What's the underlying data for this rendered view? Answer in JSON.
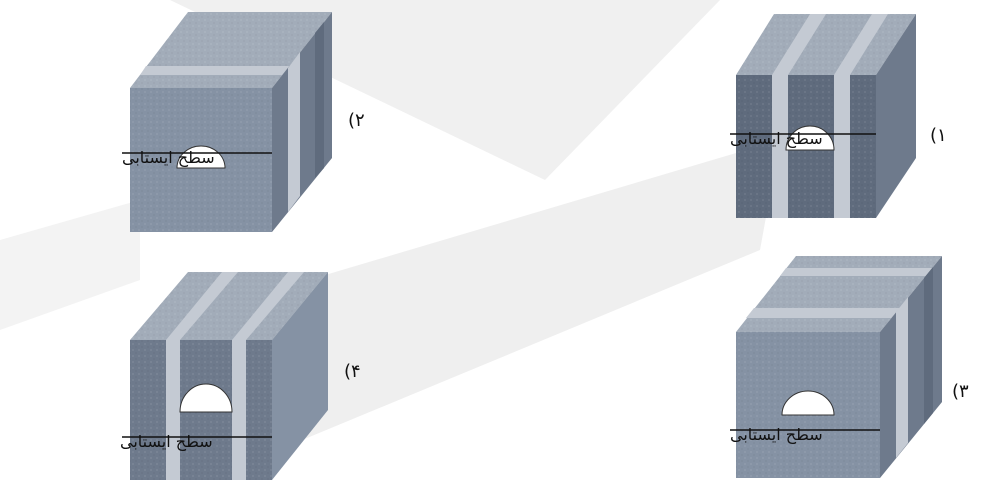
{
  "figure": {
    "options": [
      {
        "id": "1",
        "number": "(۱",
        "label": "سطح ایستابی"
      },
      {
        "id": "2",
        "number": "(۲",
        "label": "سطح ایستابی"
      },
      {
        "id": "3",
        "number": "(۳",
        "label": "سطح ایستابی"
      },
      {
        "id": "4",
        "number": "(۴",
        "label": "سطح ایستابی"
      }
    ]
  },
  "colors": {
    "front": "#8592a4",
    "top": "#a2acb9",
    "side": "#6e7a8c",
    "dark_layer": "#5f6b7d",
    "light_layer": "#c4cad3",
    "line": "#111111",
    "watermark": "#ededed"
  }
}
